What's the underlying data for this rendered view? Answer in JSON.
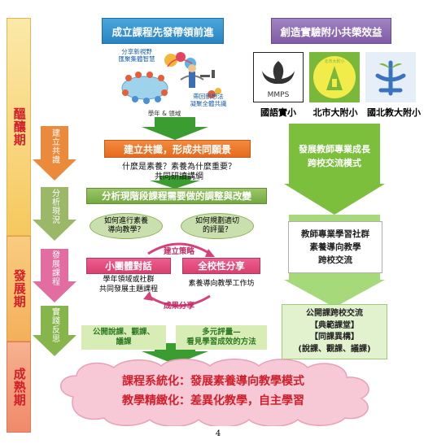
{
  "phases": [
    {
      "label": "醞釀期",
      "color": "#f7c96a"
    },
    {
      "label": "發展期",
      "color": "#f6bd6e"
    },
    {
      "label": "成熟期",
      "color": "#f4a487"
    }
  ],
  "steps": [
    {
      "label": "建立共識"
    },
    {
      "label": "分析現況"
    },
    {
      "label": "發展課程"
    },
    {
      "label": "實踐反思"
    }
  ],
  "header_left": "成立課程先發帶領前進",
  "header_right": "創造實驗附小共榮效益",
  "illustration": {
    "label_top": "分享新視野\n匯聚集體智慧",
    "label_right": "帶回新想法\n凝聚全體共識",
    "label_bottom": "學年 & 領域"
  },
  "logos": [
    {
      "name": "國語實小",
      "text": "MMPS"
    },
    {
      "name": "北市大附小",
      "text": "北市大附小"
    },
    {
      "name": "國北教大附小",
      "text": ""
    }
  ],
  "consensus": {
    "title": "建立共識，形成共同願景",
    "sub1": "什麼是素養？素養為什麼重要？",
    "sub2": "共同研讀講綱"
  },
  "analysis": {
    "title": "分析現階段課程需要做的調整與改變"
  },
  "questions": [
    "如何進行素養導向教學？",
    "如何規劃適切的評量？"
  ],
  "strategy": "建立策略",
  "small_group": {
    "title": "小團體對話",
    "desc": "學年領域或社群\n共同發展主題課程"
  },
  "school_share": {
    "title": "全校性分享",
    "desc": "素養導向教學工作坊"
  },
  "results": "成果分享",
  "open_class": "公開說課、觀課、\n議課",
  "multi_eval": "多元評量—\n看見學習成效的方法",
  "cloud": {
    "line1": "課程系統化：發展素養導向教學模式",
    "line2": "教學精緻化：差異化教學，自主學習"
  },
  "right_col": {
    "box1": "發展教師專業成長\n跨校交流模式",
    "box2": "教師專業學習社群\n素養導向教學\n跨校交流",
    "box3": "公開課跨校交流\n【典範課堂】\n【同課異構】\n(說課、觀課、議課)"
  },
  "page_number": "4",
  "colors": {
    "blue": "#2e92cf",
    "purple": "#8f6bb1",
    "orange": "#ec7320",
    "green_dark": "#3d9a34",
    "green_arrow": "#7cbf3c",
    "pink": "#e6457a",
    "light_green": "#d8ecb6",
    "cloud": "#f6c8d4"
  }
}
